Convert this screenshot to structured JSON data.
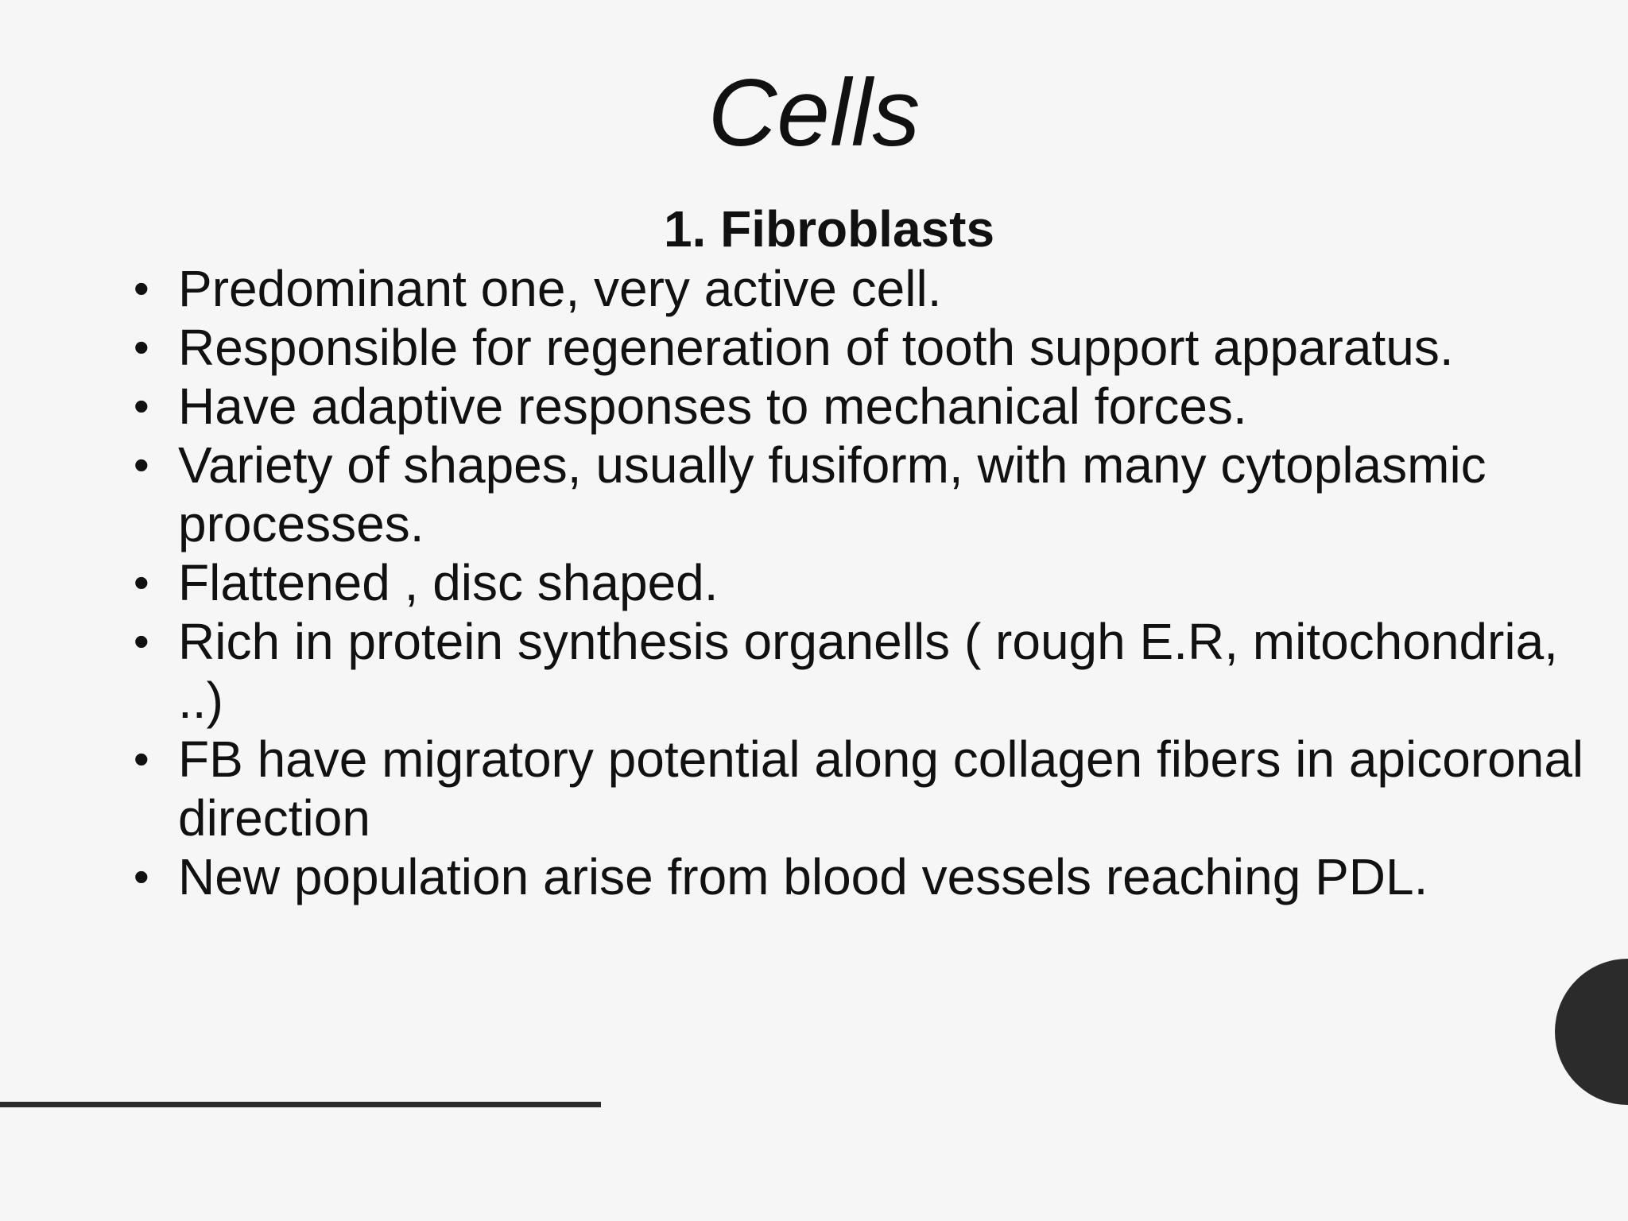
{
  "slide": {
    "title": "Cells",
    "subtitle": "1. Fibroblasts",
    "bullets": [
      "Predominant one, very active cell.",
      "Responsible for regeneration of tooth support apparatus.",
      "Have adaptive responses to mechanical forces.",
      "Variety of shapes, usually fusiform, with many cytoplasmic processes.",
      "Flattened , disc shaped.",
      "Rich in protein synthesis organells ( rough E.R, mitochondria, ..)",
      "FB have migratory potential along collagen fibers in apicoronal direction",
      "New population arise from blood vessels reaching PDL."
    ]
  },
  "colors": {
    "background": "#f6f6f6",
    "text": "#111111",
    "accent_shape": "#2b2b2b"
  }
}
